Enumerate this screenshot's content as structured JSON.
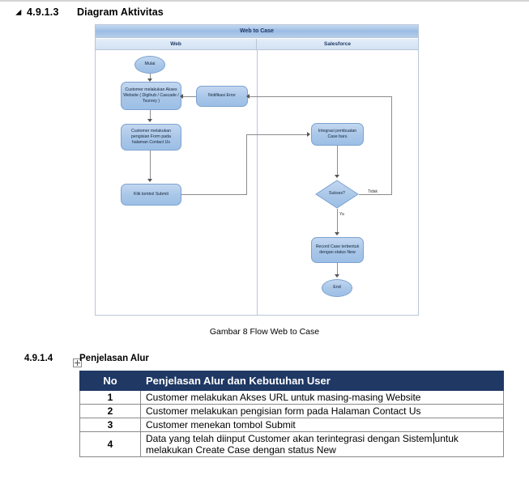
{
  "section_1": {
    "number": "4.9.1.3",
    "title": "Diagram Aktivitas"
  },
  "diagram": {
    "title": "Web to Case",
    "lanes": [
      {
        "label": "Web"
      },
      {
        "label": "Salesforce"
      }
    ],
    "nodes": {
      "start": "Mulai",
      "access_website": "Customer melakukan Akses Website ( Digihub / Cascade / Tsurvey )",
      "fill_form": "Customer melakukan pengisian Form pada halaman Contact Us",
      "submit": "Klik tombol Submit",
      "error_notification": "Notifikasi Error",
      "integration": "Integrasi pembuatan Case baru",
      "decision": "Sukses?",
      "record_case": "Record Case terbentuk dengan status New",
      "end": "End"
    },
    "edge_labels": {
      "no": "Tidak",
      "yes": "Ya"
    }
  },
  "figure_caption": "Gambar  8 Flow Web to Case",
  "section_2": {
    "number": "4.9.1.4",
    "title": "Penjelasan Alur"
  },
  "table": {
    "headers": [
      "No",
      "Penjelasan Alur dan Kebutuhan User"
    ],
    "rows": [
      {
        "no": "1",
        "desc": "Customer melakukan Akses URL untuk masing-masing Website"
      },
      {
        "no": "2",
        "desc": "Customer melakukan pengisian form pada Halaman Contact Us"
      },
      {
        "no": "3",
        "desc": "Customer menekan tombol Submit"
      },
      {
        "no": "4",
        "desc_before_caret": "Data yang telah diinput Customer akan terintegrasi dengan Sistem",
        "desc_after_caret": "untuk melakukan Create Case dengan status New"
      }
    ]
  },
  "colors": {
    "header_blue": "#1f3864",
    "node_blue": "#a8c6e8",
    "lane_header": "#d3e2f3"
  }
}
